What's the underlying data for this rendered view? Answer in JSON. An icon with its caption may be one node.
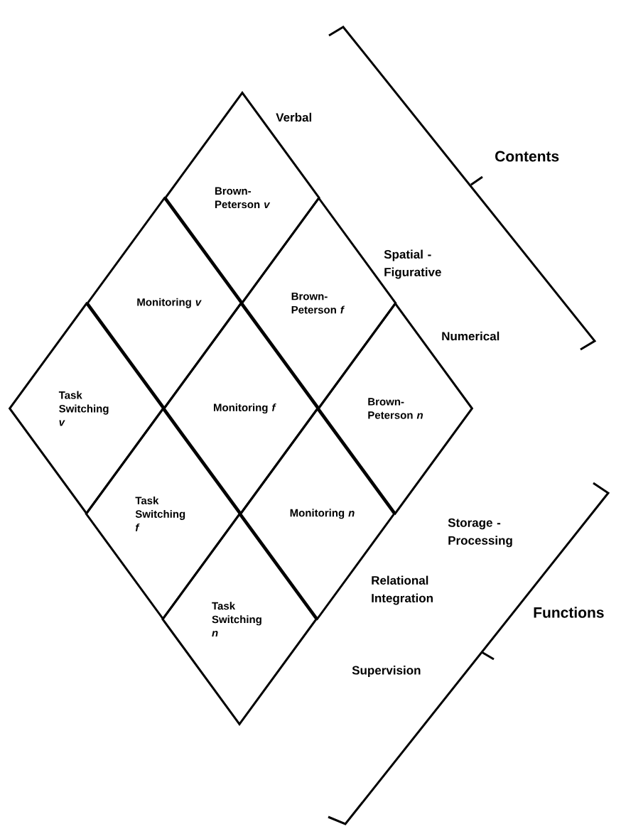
{
  "diagram": {
    "nodes": [
      {
        "text": [
          "Brown-Peterson *v*"
        ]
      },
      {
        "text": [
          "Monitoring *v*"
        ]
      },
      {
        "text": [
          "Brown-Peterson *f*"
        ]
      },
      {
        "text": [
          "Task Switching *v*"
        ]
      },
      {
        "text": [
          "Monitoring *f*"
        ]
      },
      {
        "text": [
          "Brown-Peterson *n*"
        ]
      },
      {
        "text": [
          "Task Switching *f*"
        ]
      },
      {
        "text": [
          "Monitoring *n*"
        ]
      },
      {
        "text": [
          "Task Switching *n*"
        ]
      }
    ],
    "labels": [
      "Verbal",
      "Contents",
      "Spatial - Figurative",
      "Numerical",
      "Storage - Processing",
      "Relational Integration",
      "Functions",
      "Supervision"
    ]
  }
}
